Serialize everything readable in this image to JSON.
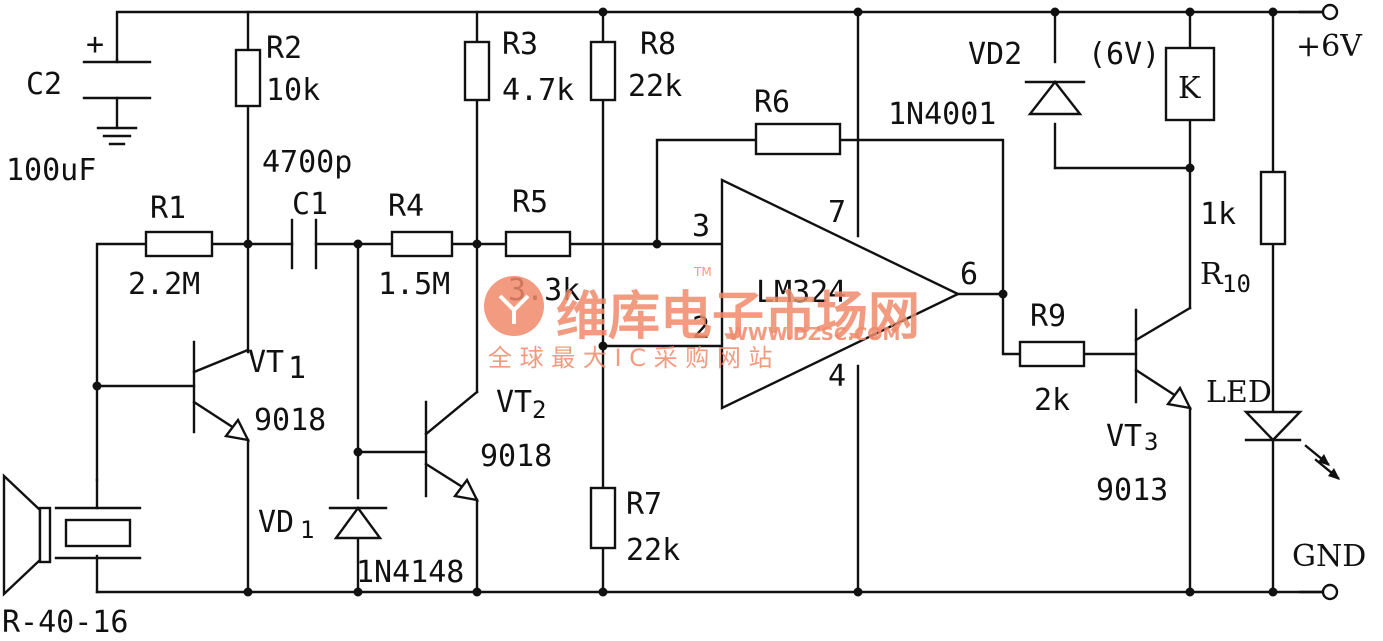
{
  "components": {
    "c2": {
      "name": "C2",
      "value": "100uF",
      "polarity": "+"
    },
    "r2": {
      "name": "R2",
      "value": "10k"
    },
    "r3": {
      "name": "R3",
      "value": "4.7k"
    },
    "r8": {
      "name": "R8",
      "value": "22k"
    },
    "r6": {
      "name": "R6"
    },
    "r1": {
      "name": "R1",
      "value": "2.2M"
    },
    "c1": {
      "name": "C1",
      "value": "4700p"
    },
    "r4": {
      "name": "R4",
      "value": "1.5M"
    },
    "r5": {
      "name": "R5",
      "value": "3.3k"
    },
    "r7": {
      "name": "R7",
      "value": "22k"
    },
    "r9": {
      "name": "R9",
      "value": "2k"
    },
    "r10": {
      "name": "R10",
      "sub": "10",
      "base": "R",
      "value": "1k"
    },
    "vt1": {
      "name": "VT1",
      "base": "VT",
      "sub": "1",
      "type": "9018"
    },
    "vt2": {
      "name": "VT2",
      "base": "VT",
      "sub": "2",
      "type": "9018"
    },
    "vt3": {
      "name": "VT3",
      "base": "VT",
      "sub": "3",
      "type": "9013"
    },
    "vd1": {
      "name": "VD1",
      "base": "VD",
      "sub": "1",
      "type": "1N4148"
    },
    "vd2": {
      "name": "VD2",
      "type": "1N4001"
    },
    "relay": {
      "name": "K",
      "rating": "(6V)"
    },
    "ic": {
      "name": "LM324",
      "pins": {
        "p3": "3",
        "p2": "2",
        "p7": "7",
        "p4": "4",
        "p6": "6"
      }
    },
    "sensor": {
      "name": "R-40-16"
    },
    "led": {
      "name": "LED"
    }
  },
  "terminals": {
    "vcc": "+6V",
    "gnd": "GND"
  },
  "watermark": {
    "brand": "维库电子市场网",
    "url": "WWW.DZSC.COM",
    "slogan": "全 球 最 大 I C 采 购 网 站",
    "tm": "TM"
  }
}
